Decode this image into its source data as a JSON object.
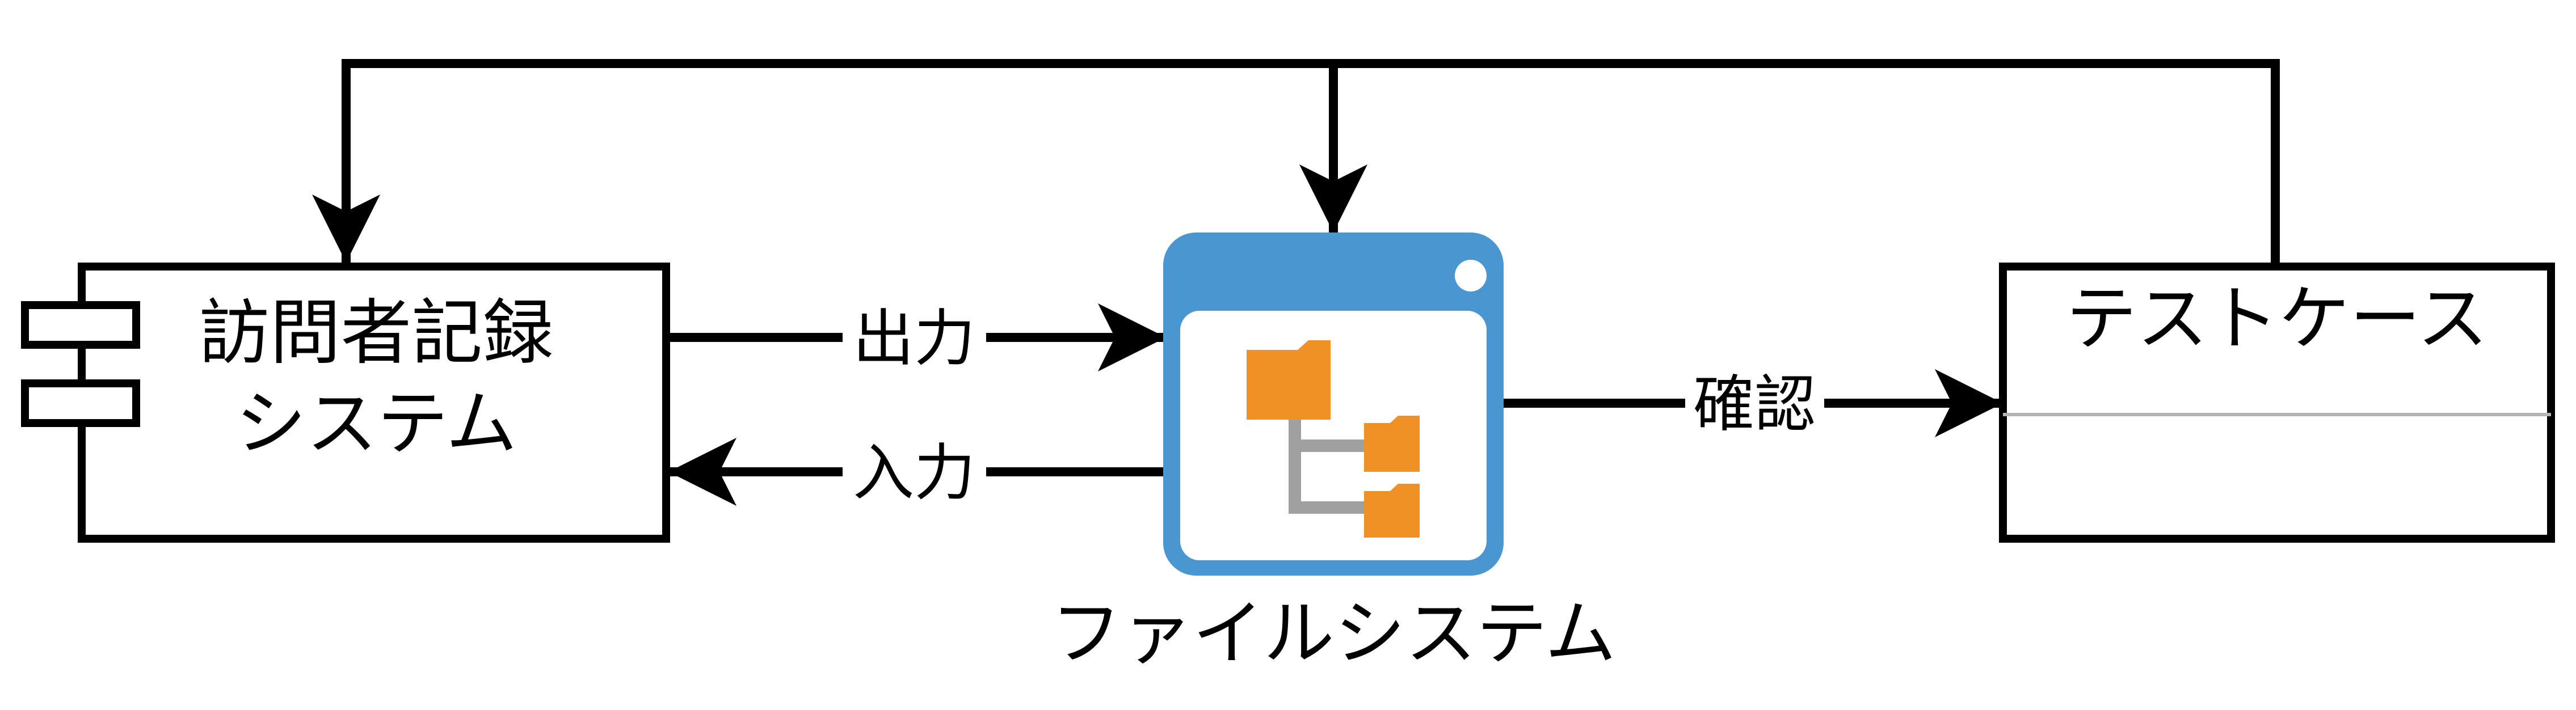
{
  "components": {
    "visitor_system": {
      "line1": "訪問者記録",
      "line2": "システム"
    },
    "file_system": {
      "label": "ファイルシステム",
      "icon": "folder-tree-icon"
    },
    "test_case": {
      "label": "テストケース"
    }
  },
  "edges": {
    "output": "出力",
    "input": "入力",
    "confirm": "確認"
  },
  "colors": {
    "line": "#000000",
    "window_blue": "#4a96d1",
    "folder_orange": "#ef9125",
    "tree_gray": "#a0a0a0",
    "separator_gray": "#b4b4b4"
  }
}
